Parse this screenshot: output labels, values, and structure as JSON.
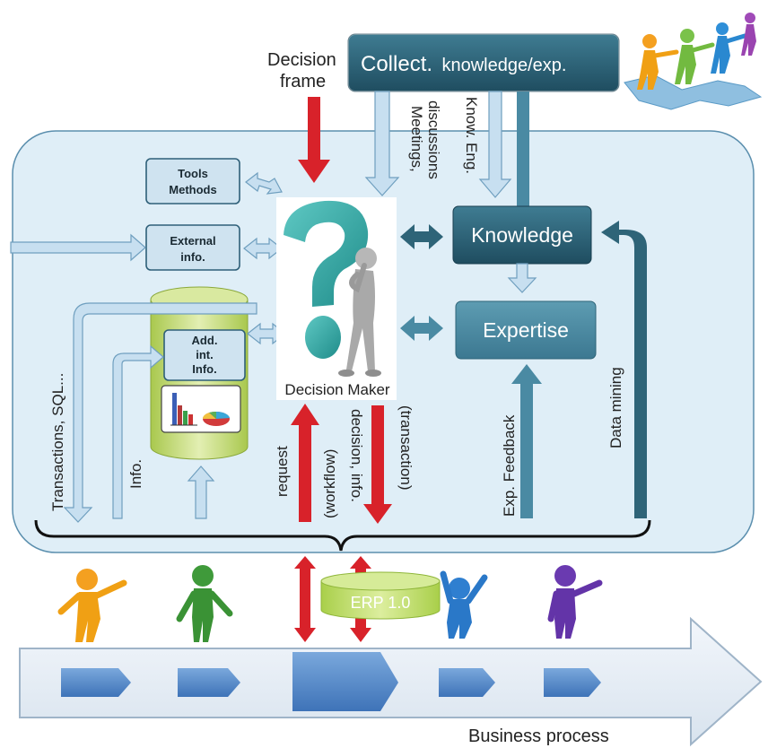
{
  "labels": {
    "decision_frame_1": "Decision",
    "decision_frame_2": "frame",
    "collect_main": "Collect.",
    "collect_rest": "knowledge/exp.",
    "meetings_1": "Meetings,",
    "meetings_2": "discussions",
    "know_eng": "Know. Eng.",
    "tools_1": "Tools",
    "tools_2": "Methods",
    "external_1": "External",
    "external_2": "info.",
    "knowledge": "Knowledge",
    "expertise": "Expertise",
    "add_1": "Add.",
    "add_2": "int.",
    "add_3": "Info.",
    "decision_maker": "Decision Maker",
    "transactions": "Transactions, SQL...",
    "info": "Info.",
    "request": "request",
    "workflow": "(workflow)",
    "decision_info": "decision, info.",
    "transaction": "(transaction)",
    "exp_feedback": "Exp. Feedback",
    "data_mining": "Data mining",
    "erp": "ERP 1.0",
    "business_process": "Business process"
  },
  "colors": {
    "dark_teal": "#2e6478",
    "mid_teal": "#4c8aa0",
    "light_panel": "#dcecf6",
    "light_box": "#d2e6f2",
    "red_arrow": "#d8222a",
    "db_green": "#c9de7e",
    "question_mark": "#3aa7a5",
    "process_blue": "#4f86c6"
  },
  "icons": [
    "question-mark-thinker-icon",
    "bar-chart-icon",
    "pie-chart-icon",
    "people-puzzle-icon",
    "person-orange-icon",
    "person-green-icon",
    "person-blue-icon",
    "person-purple-icon"
  ]
}
